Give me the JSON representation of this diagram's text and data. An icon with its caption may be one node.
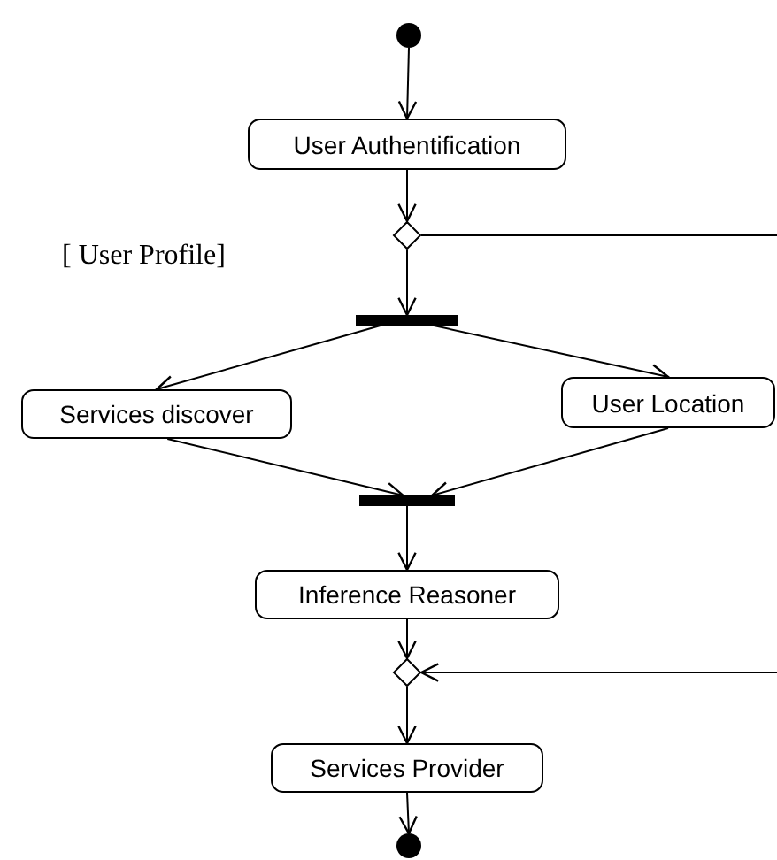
{
  "diagram": {
    "nodes": [
      {
        "text": [],
        "shape": "circle"
      },
      {
        "text": [
          "User Authentification"
        ]
      },
      {
        "text": [],
        "shape": "diamond"
      },
      {
        "text": [],
        "shape": "bar"
      },
      {
        "text": [
          "Services discover"
        ]
      },
      {
        "text": [
          "User Location"
        ]
      },
      {
        "text": [],
        "shape": "bar"
      },
      {
        "text": [
          "Inference Reasoner"
        ]
      },
      {
        "text": [],
        "shape": "diamond"
      },
      {
        "text": [
          "Services Provider"
        ]
      },
      {
        "text": [],
        "shape": "circle"
      }
    ],
    "edges": [
      {
        "from": 0,
        "to": 1,
        "arrow": "to"
      },
      {
        "from": 1,
        "to": 2,
        "arrow": "to"
      },
      {
        "from": 2,
        "to": 3,
        "arrow": "to"
      },
      {
        "from": 3,
        "to": 4,
        "arrow": "to"
      },
      {
        "from": 3,
        "to": 5,
        "arrow": "to"
      },
      {
        "from": 4,
        "to": 6,
        "arrow": "to"
      },
      {
        "from": 5,
        "to": 6,
        "arrow": "to"
      },
      {
        "from": 6,
        "to": 7,
        "arrow": "to"
      },
      {
        "from": 7,
        "to": 8,
        "arrow": "to"
      },
      {
        "from": 8,
        "to": 9,
        "arrow": "to"
      },
      {
        "from": 9,
        "to": 10,
        "arrow": "to"
      },
      {
        "from": 2,
        "to": null,
        "arrow": "none"
      },
      {
        "from": null,
        "to": 8,
        "arrow": "to"
      }
    ],
    "labels": [
      "[ User Profile]"
    ]
  }
}
